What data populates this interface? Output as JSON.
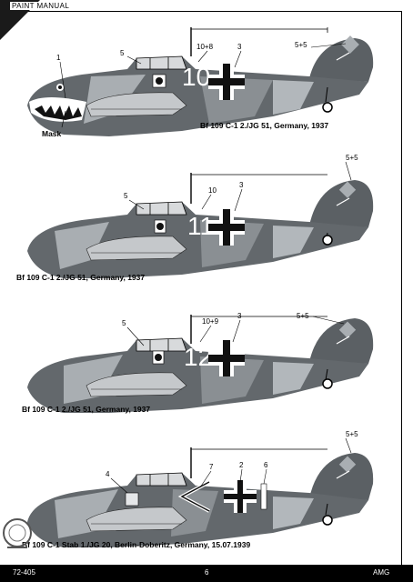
{
  "header": {
    "title": "PAINT MANUAL"
  },
  "footer": {
    "code": "72-405",
    "page": "6",
    "brand": "AMG"
  },
  "profiles": [
    {
      "caption": "Bf 109 C-1  2./JG 51, Germany, 1937",
      "code": "10",
      "callouts": {
        "n1": "1",
        "n5": "5",
        "n3": "3",
        "n108": "10+8",
        "n55": "5+5"
      },
      "mask_label": "Mask"
    },
    {
      "caption": "Bf 109 C-1  2./JG 51, Germany, 1937",
      "code": "11",
      "callouts": {
        "n5": "5",
        "n10": "10",
        "n3": "3",
        "n55": "5+5"
      }
    },
    {
      "caption": "Bf 109 C-1  2./JG 51, Germany, 1937",
      "code": "12",
      "callouts": {
        "n5": "5",
        "n109": "10+9",
        "n3": "3",
        "n55": "5+5"
      }
    },
    {
      "caption": "Bf 109 C-1  Stab  1./JG 20, Berlin-Doberitz, Germany, 15.07.1939",
      "callouts": {
        "n4": "4",
        "n7": "7",
        "n2": "2",
        "n6": "6",
        "n55": "5+5"
      }
    }
  ],
  "colors": {
    "dark_grey": "#555a5e",
    "light_grey": "#a9aeb2",
    "mid_grey": "#7d8286",
    "black": "#111111"
  }
}
